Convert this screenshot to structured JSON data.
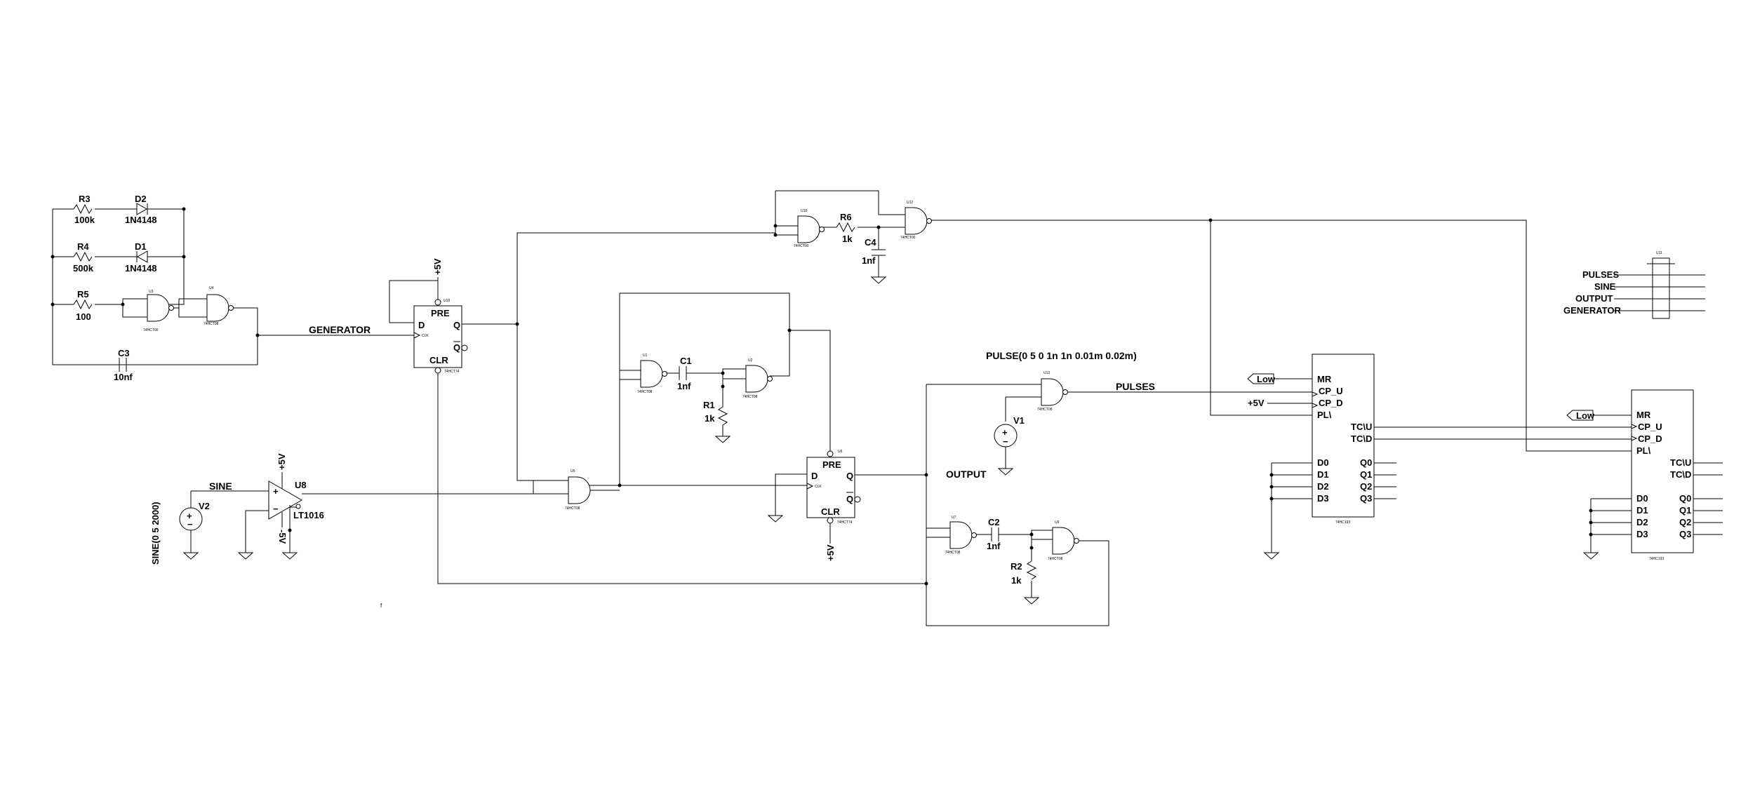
{
  "components": {
    "R3": {
      "ref": "R3",
      "value": "100k"
    },
    "R4": {
      "ref": "R4",
      "value": "500k"
    },
    "R5": {
      "ref": "R5",
      "value": "100"
    },
    "D2": {
      "ref": "D2",
      "value": "1N4148"
    },
    "D1": {
      "ref": "D1",
      "value": "1N4148"
    },
    "C3": {
      "ref": "C3",
      "value": "10nf"
    },
    "R6": {
      "ref": "R6",
      "value": "1k"
    },
    "C4": {
      "ref": "C4",
      "value": "1nf"
    },
    "C1": {
      "ref": "C1",
      "value": "1nf"
    },
    "R1": {
      "ref": "R1",
      "value": "1k"
    },
    "C2": {
      "ref": "C2",
      "value": "1nf"
    },
    "R2": {
      "ref": "R2",
      "value": "1k"
    },
    "V1": {
      "ref": "V1"
    },
    "V2": {
      "ref": "V2",
      "value": "SINE(0 5 2000)"
    },
    "U8": {
      "ref": "U8",
      "value": "LT1016"
    }
  },
  "labels": {
    "generator": "GENERATOR",
    "sine": "SINE",
    "pulses": "PULSES",
    "output": "OUTPUT",
    "pulse_spec": "PULSE(0 5 0 1n 1n 0.01m 0.02m)",
    "plus5v": "+5V",
    "minus5v": "-5V",
    "low": "Low",
    "f_mark": "f"
  },
  "ff_pins": {
    "pre": "PRE",
    "clr": "CLR",
    "d": "D",
    "q": "Q",
    "qbar": "Q",
    "clk": "CLK"
  },
  "counter_pins": {
    "inputs": [
      "MR",
      "CP_U",
      "CP_D",
      "PL\\"
    ],
    "data": [
      "D0",
      "D1",
      "D2",
      "D3"
    ],
    "outputs": [
      "Q0",
      "Q1",
      "Q2",
      "Q3"
    ],
    "tc_up": "TC\\U",
    "tc_down": "TC\\D"
  },
  "bus_labels": [
    "PULSES",
    "SINE",
    "OUTPUT",
    "GENERATOR"
  ],
  "part_marks": {
    "u1": "U1",
    "u2": "U2",
    "u3": "U3",
    "u4": "U4",
    "u5": "U5",
    "u6": "U6",
    "u7": "U7",
    "u9": "U9",
    "u10": "U10",
    "u11": "U11",
    "u12": "U12",
    "u13": "U13",
    "u_ff1": "U18",
    "u_ff2": "U6",
    "nand": "74HCT00",
    "and": "74HCT08",
    "ff": "74HCT74",
    "counter": "74HC193"
  }
}
